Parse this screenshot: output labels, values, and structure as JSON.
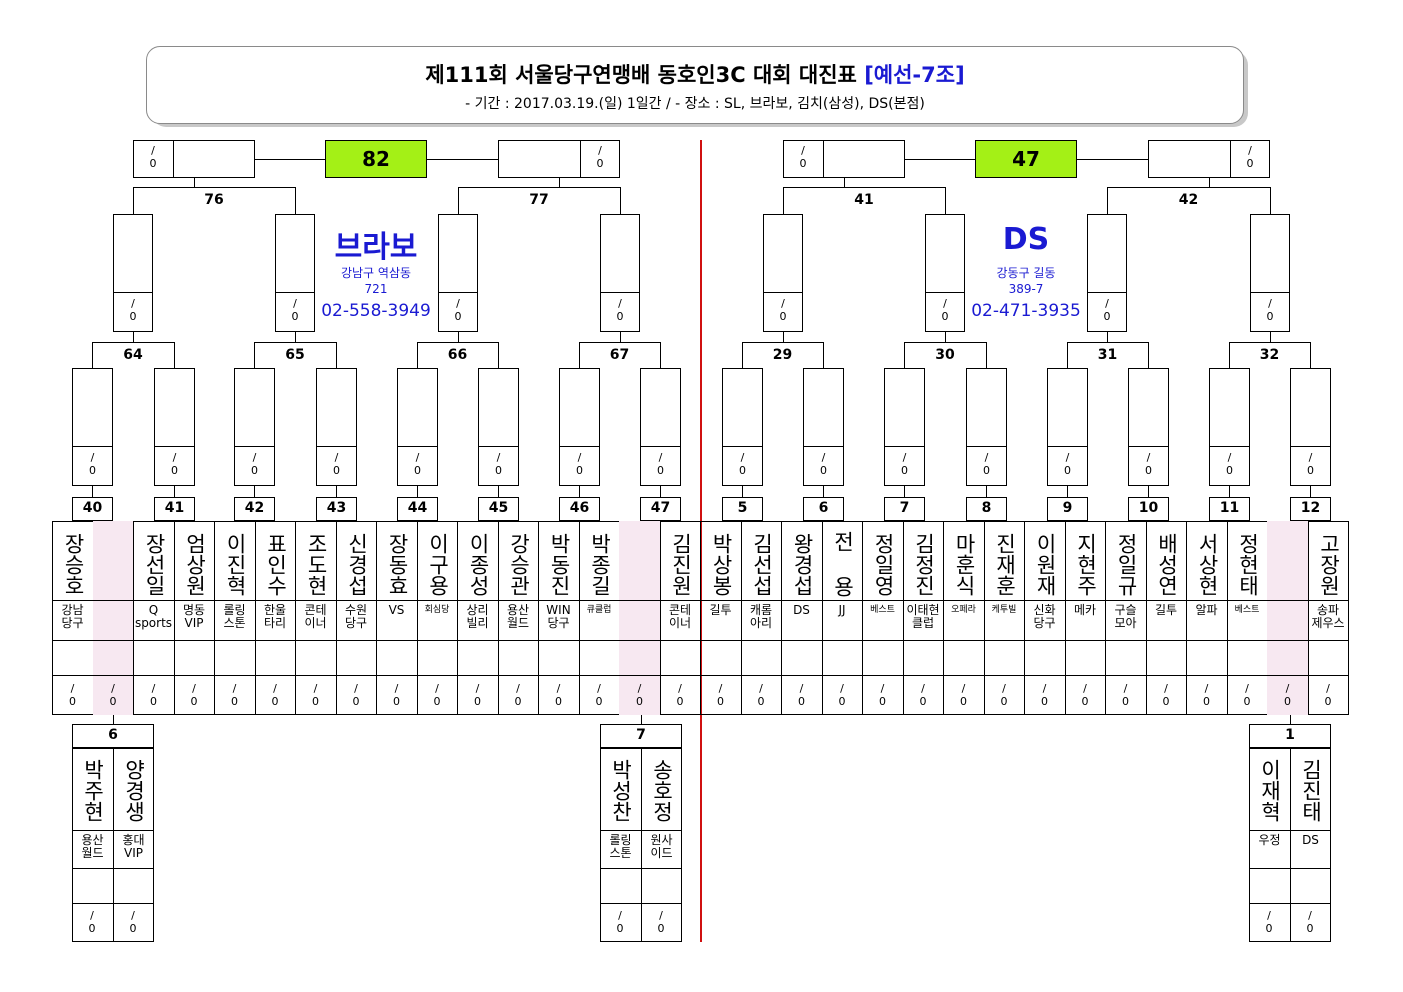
{
  "header": {
    "title": "제111회 서울당구연맹배 동호인3C 대회 대진표",
    "tag": "[예선-7조]",
    "subtitle": "- 기간 : 2017.03.19.(일) 1일간 / - 장소 : SL, 브라보, 김치(삼성), DS(본점)"
  },
  "score_placeholder": "/\n0",
  "finals": {
    "left": "82",
    "right": "47"
  },
  "bracket_numbers": {
    "semis": [
      "76",
      "77",
      "41",
      "42"
    ],
    "quarters": [
      "64",
      "65",
      "66",
      "67",
      "29",
      "30",
      "31",
      "32"
    ],
    "rounds": [
      "40",
      "41",
      "42",
      "43",
      "44",
      "45",
      "46",
      "47",
      "5",
      "6",
      "7",
      "8",
      "9",
      "10",
      "11",
      "12"
    ]
  },
  "venues": [
    {
      "name": "브라보",
      "address1": "강남구 역삼동",
      "address2": "721",
      "phone": "02-558-3949"
    },
    {
      "name": "DS",
      "address1": "강동구 길동",
      "address2": "389-7",
      "phone": "02-471-3935"
    }
  ],
  "players": [
    {
      "name": "장승호",
      "club": "강남\n당구"
    },
    {
      "name": "",
      "club": ""
    },
    {
      "name": "장선일",
      "club": "Q\nsports"
    },
    {
      "name": "엄상원",
      "club": "명동\nVIP"
    },
    {
      "name": "이진혁",
      "club": "롤링\n스톤"
    },
    {
      "name": "표인수",
      "club": "한울\n타리"
    },
    {
      "name": "조도현",
      "club": "콘테\n이너"
    },
    {
      "name": "신경섭",
      "club": "수원\n당구"
    },
    {
      "name": "장동효",
      "club": "VS"
    },
    {
      "name": "이구용",
      "club": "회심당"
    },
    {
      "name": "이종성",
      "club": "상리\n빌리"
    },
    {
      "name": "강승관",
      "club": "용산\n월드"
    },
    {
      "name": "박동진",
      "club": "WIN\n당구"
    },
    {
      "name": "박종길",
      "club": "큐클럽"
    },
    {
      "name": "",
      "club": ""
    },
    {
      "name": "김진원",
      "club": "콘테\n이너"
    },
    {
      "name": "박상봉",
      "club": "길투"
    },
    {
      "name": "김선섭",
      "club": "캐롬\n아리"
    },
    {
      "name": "왕경섭",
      "club": "DS"
    },
    {
      "name": "전 용",
      "club": "JJ"
    },
    {
      "name": "정일영",
      "club": "베스트"
    },
    {
      "name": "김정진",
      "club": "이태현\n클럽"
    },
    {
      "name": "마훈식",
      "club": "오페라"
    },
    {
      "name": "진재훈",
      "club": "케투빌"
    },
    {
      "name": "이원재",
      "club": "신화\n당구"
    },
    {
      "name": "지현주",
      "club": "메카"
    },
    {
      "name": "정일규",
      "club": "구슬\n모아"
    },
    {
      "name": "배성연",
      "club": "길투"
    },
    {
      "name": "서상현",
      "club": "알파"
    },
    {
      "name": "정현태",
      "club": "베스트"
    },
    {
      "name": "",
      "club": ""
    },
    {
      "name": "고장원",
      "club": "송파\n제우스"
    }
  ],
  "prelim_groups": [
    {
      "number": "6",
      "players": [
        {
          "name": "박주현",
          "club": "용산\n월드"
        },
        {
          "name": "양경생",
          "club": "홍대\nVIP"
        }
      ]
    },
    {
      "number": "7",
      "players": [
        {
          "name": "박성찬",
          "club": "롤링\n스톤"
        },
        {
          "name": "송호정",
          "club": "원사\n이드"
        }
      ]
    },
    {
      "number": "1",
      "players": [
        {
          "name": "이재혁",
          "club": "우정"
        },
        {
          "name": "김진태",
          "club": "DS"
        }
      ]
    }
  ],
  "colors": {
    "final_box": "#a4f016",
    "accent_blue": "#1a1ad2",
    "divider_red": "#d01010",
    "empty_slot": "#f7e8f1"
  }
}
